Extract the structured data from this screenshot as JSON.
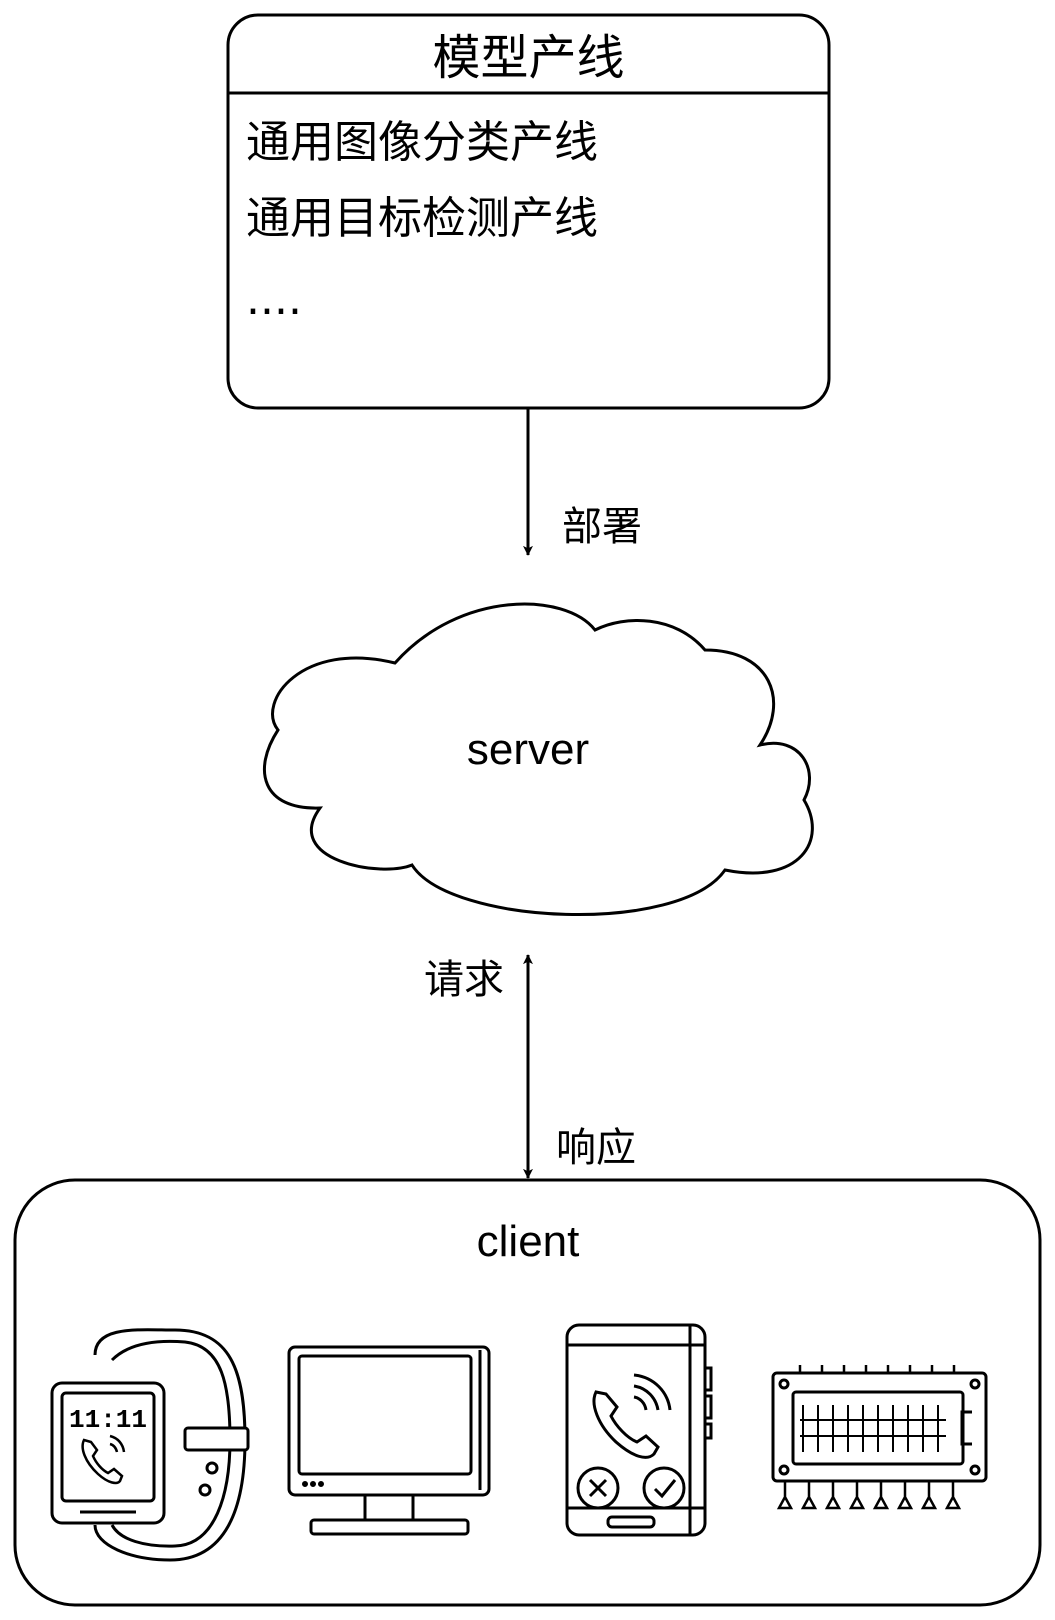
{
  "pipeline_box": {
    "title": "模型产线",
    "items": [
      "通用图像分类产线",
      "通用目标检测产线",
      "...."
    ]
  },
  "edges": {
    "deploy": "部署",
    "request": "请求",
    "response": "响应"
  },
  "server": {
    "label": "server"
  },
  "client": {
    "label": "client",
    "devices": [
      "smartwatch-icon",
      "monitor-icon",
      "smartphone-icon",
      "embedded-board-icon"
    ],
    "watch_time": "11:11"
  },
  "colors": {
    "stroke": "#000000",
    "background": "#ffffff"
  }
}
